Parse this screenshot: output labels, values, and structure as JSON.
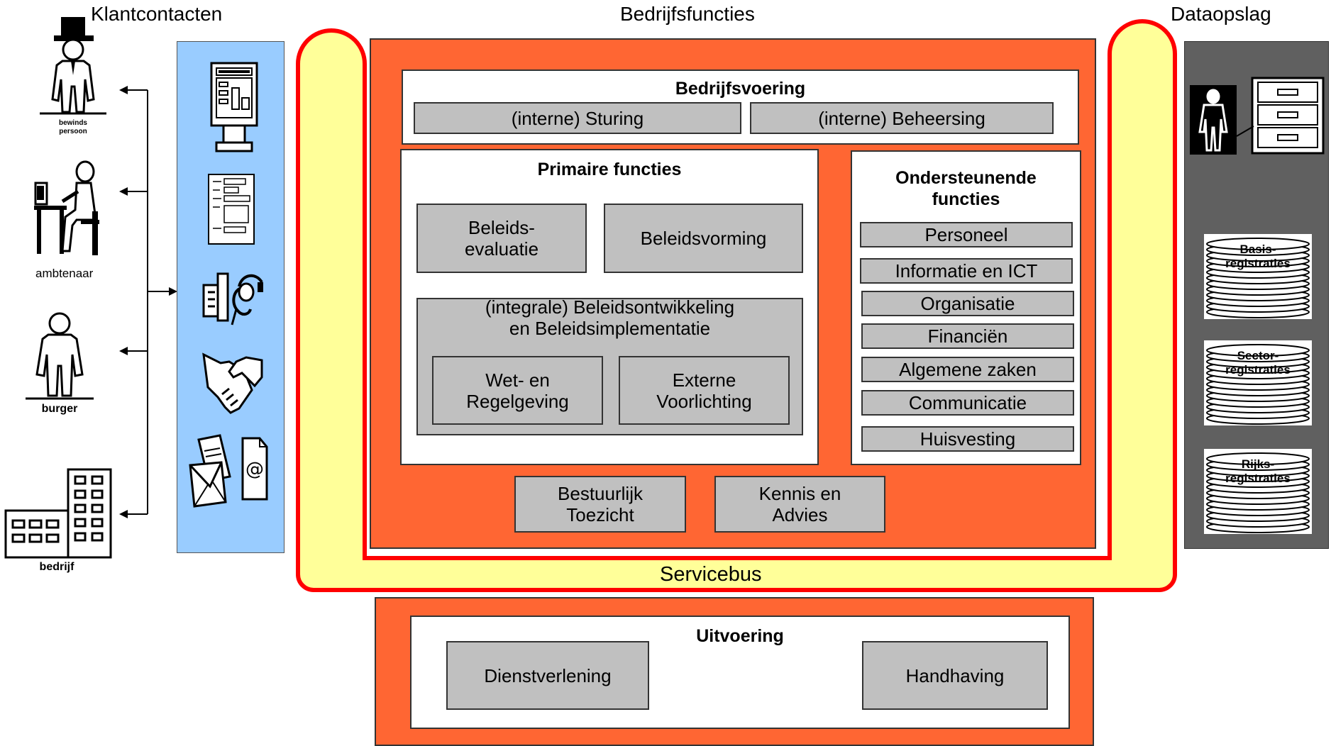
{
  "headers": {
    "klantcontacten": "Klantcontacten",
    "bedrijfsfuncties": "Bedrijfsfuncties",
    "dataopslag": "Dataopslag"
  },
  "actors": {
    "bewindspersoon": "bewinds\npersoon",
    "ambtenaar": "ambtenaar",
    "burger": "burger",
    "bedrijf": "bedrijf"
  },
  "bedrijfsvoering": {
    "title": "Bedrijfsvoering",
    "items": [
      "(interne) Sturing",
      "(interne) Beheersing"
    ]
  },
  "primaire": {
    "title": "Primaire functies",
    "evaluatie": "Beleids-\nevaluatie",
    "vorming": "Beleidsvorming",
    "integraal": "(integrale) Beleidsontwikkeling\nen Beleidsimplementatie",
    "wet": "Wet- en\nRegelgeving",
    "voorlichting": "Externe\nVoorlichting"
  },
  "ondersteunend": {
    "title": "Ondersteunende\nfuncties",
    "items": [
      "Personeel",
      "Informatie en ICT",
      "Organisatie",
      "Financiën",
      "Algemene zaken",
      "Communicatie",
      "Huisvesting"
    ]
  },
  "bottom_functions": {
    "toezicht": "Bestuurlijk\nToezicht",
    "kennis": "Kennis en\nAdvies"
  },
  "servicebus": "Servicebus",
  "uitvoering": {
    "title": "Uitvoering",
    "items": [
      "Dienstverlening",
      "Handhaving"
    ]
  },
  "registraties": [
    "Basis-\nregistraties",
    "Sector-\nregistraties",
    "Rijks-\nregistraties"
  ],
  "colors": {
    "orange": "#ff6633",
    "yellow": "#ffff99",
    "red": "#ff0000",
    "grey_box": "#c0c0c0",
    "blue_panel": "#99ccff",
    "dark_panel": "#606060"
  }
}
